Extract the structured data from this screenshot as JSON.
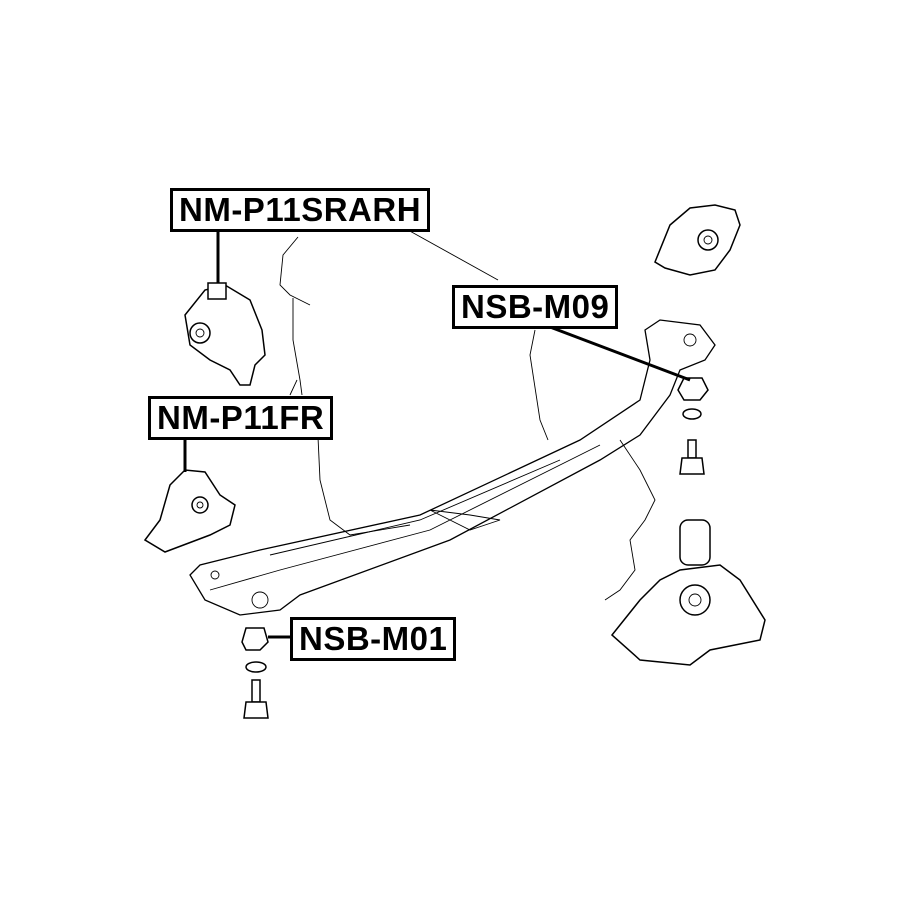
{
  "labels": {
    "rear_mount": "NM-P11SRARH",
    "front_mount": "NM-P11FR",
    "bushing_upper": "NSB-M09",
    "bushing_lower": "NSB-M01"
  }
}
